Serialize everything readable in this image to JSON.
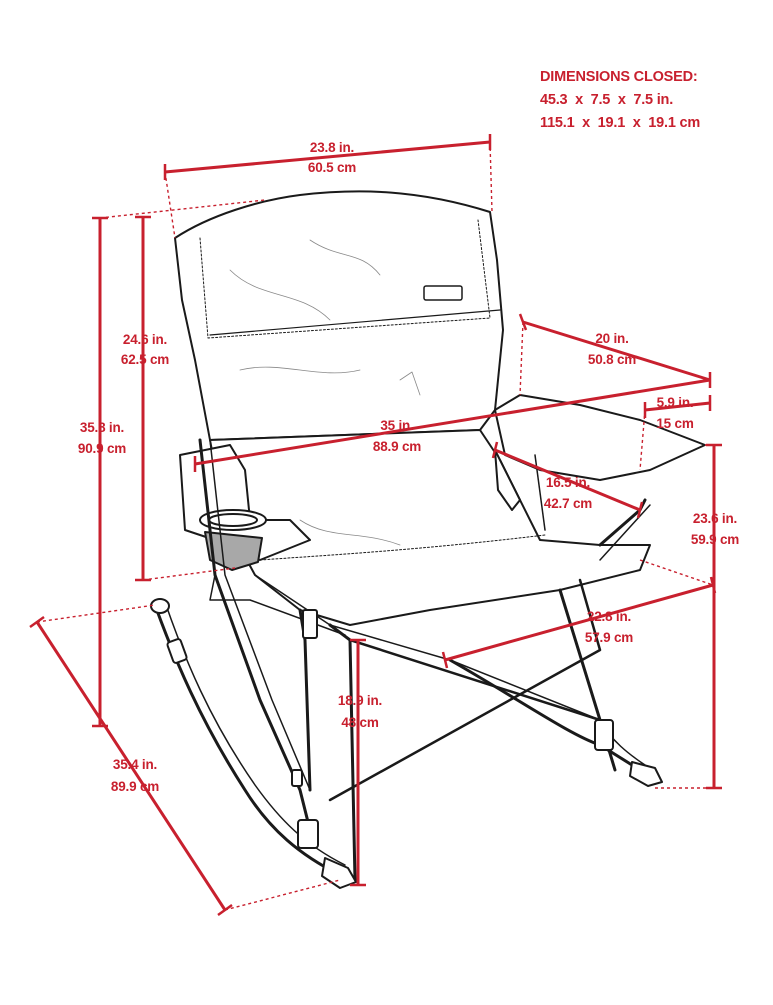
{
  "colors": {
    "dimension": "#c8202e",
    "outline": "#1a1a1a",
    "background": "#ffffff"
  },
  "closed": {
    "title": "DIMENSIONS CLOSED:",
    "imperial": "45.3  x  7.5  x  7.5 in.",
    "metric": "115.1  x  19.1  x  19.1 cm"
  },
  "dimensions": {
    "back_width": {
      "imperial": "23.8 in.",
      "metric": "60.5 cm"
    },
    "back_height": {
      "imperial": "24.6 in.",
      "metric": "62.5 cm"
    },
    "total_height": {
      "imperial": "35.8 in.",
      "metric": "90.9 cm"
    },
    "total_width": {
      "imperial": "35 in.",
      "metric": "88.9 cm"
    },
    "armrest_length": {
      "imperial": "20 in.",
      "metric": "50.8 cm"
    },
    "armrest_width": {
      "imperial": "5.9 in.",
      "metric": "15 cm"
    },
    "seat_depth": {
      "imperial": "16.5 in.",
      "metric": "42.7 cm"
    },
    "arm_height": {
      "imperial": "23.6 in.",
      "metric": "59.9 cm"
    },
    "seat_width": {
      "imperial": "22.8 in.",
      "metric": "57.9 cm"
    },
    "seat_height": {
      "imperial": "18.9 in.",
      "metric": "48 cm"
    },
    "rocker_length": {
      "imperial": "35.4 in.",
      "metric": "89.9 cm"
    }
  }
}
